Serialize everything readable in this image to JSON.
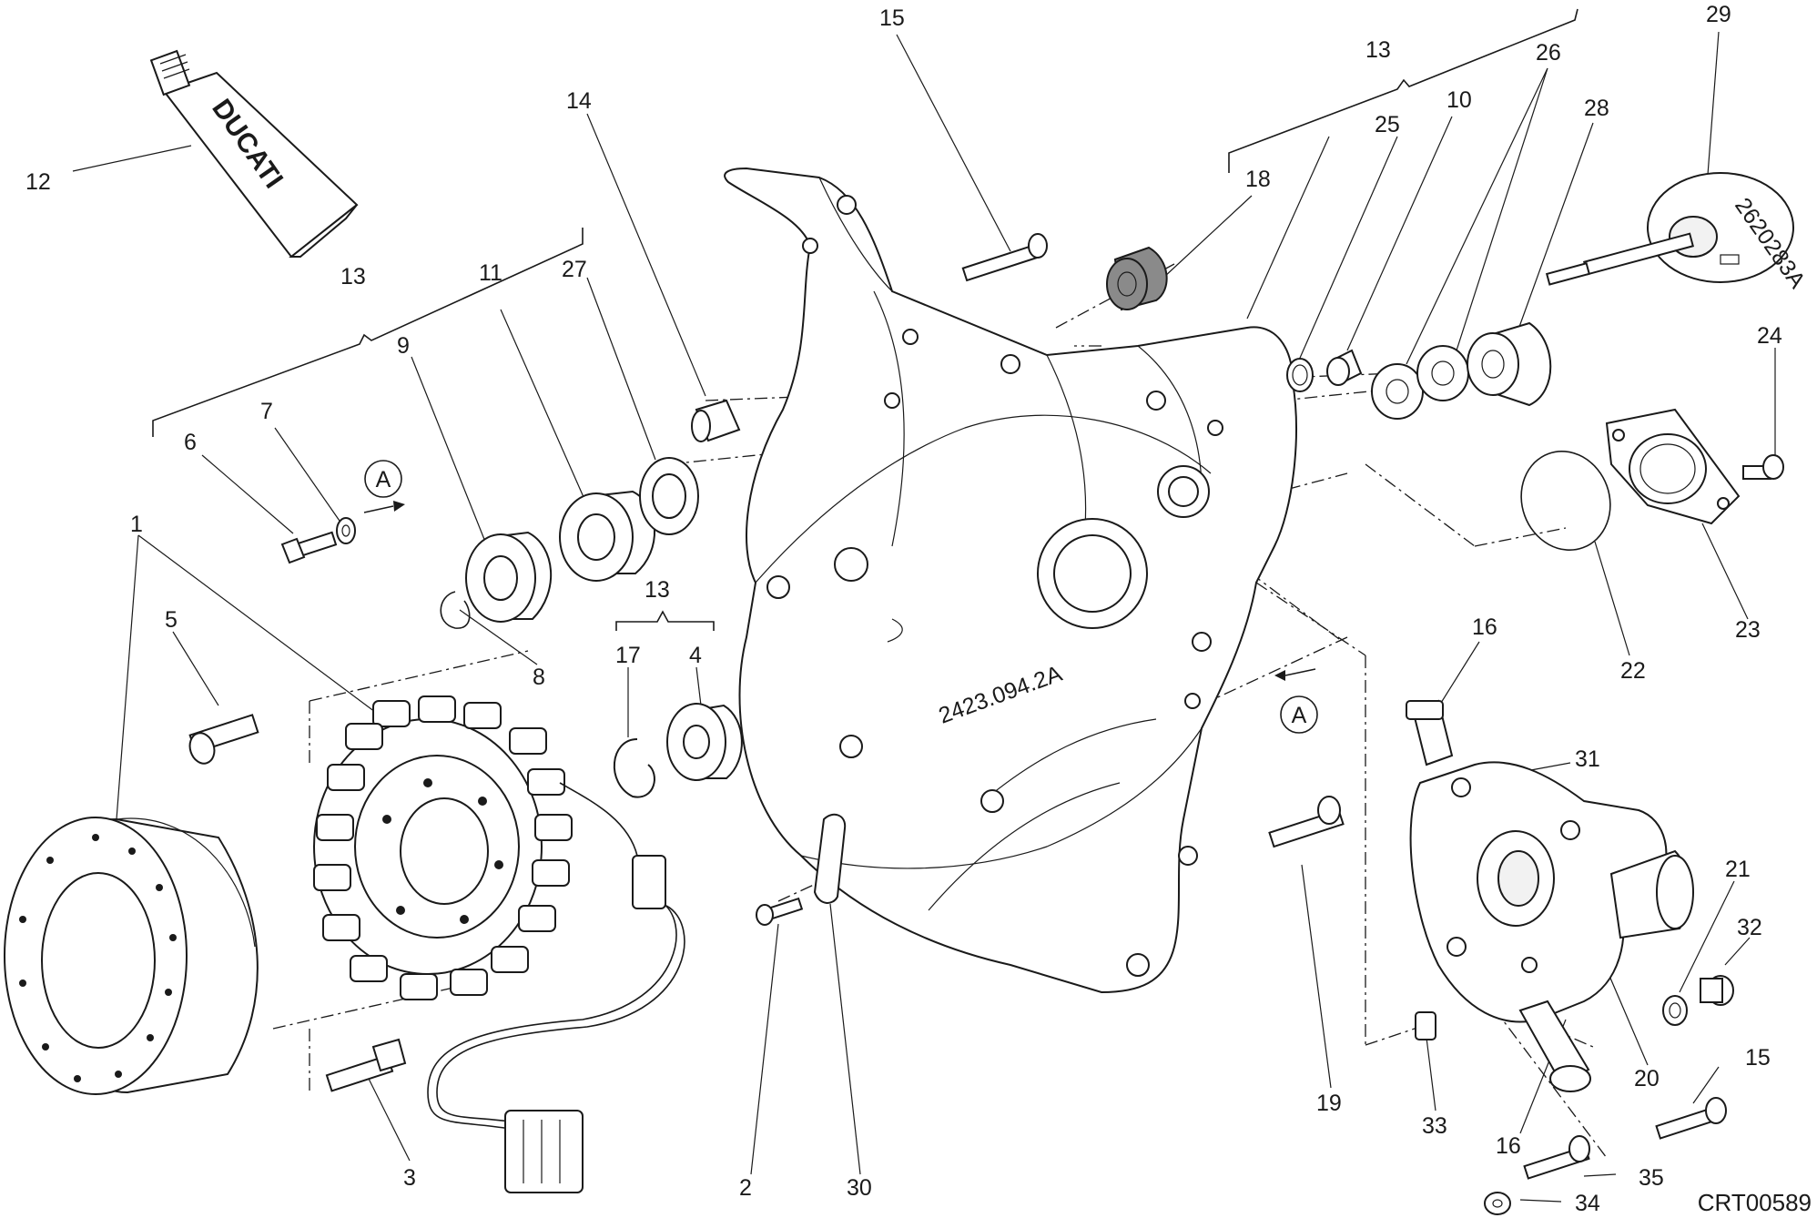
{
  "diagram": {
    "drawing_code": "CRT00589",
    "brand_label": "DUCATI",
    "view_marker": "A",
    "callouts": [
      "15",
      "13",
      "26",
      "29",
      "10",
      "25",
      "28",
      "14",
      "18",
      "12",
      "27",
      "13",
      "11",
      "9",
      "24",
      "6",
      "7",
      "1",
      "5",
      "8",
      "17",
      "4",
      "13",
      "16",
      "22",
      "23",
      "31",
      "21",
      "32",
      "2",
      "30",
      "3",
      "19",
      "33",
      "20",
      "15",
      "16",
      "35",
      "34"
    ]
  }
}
